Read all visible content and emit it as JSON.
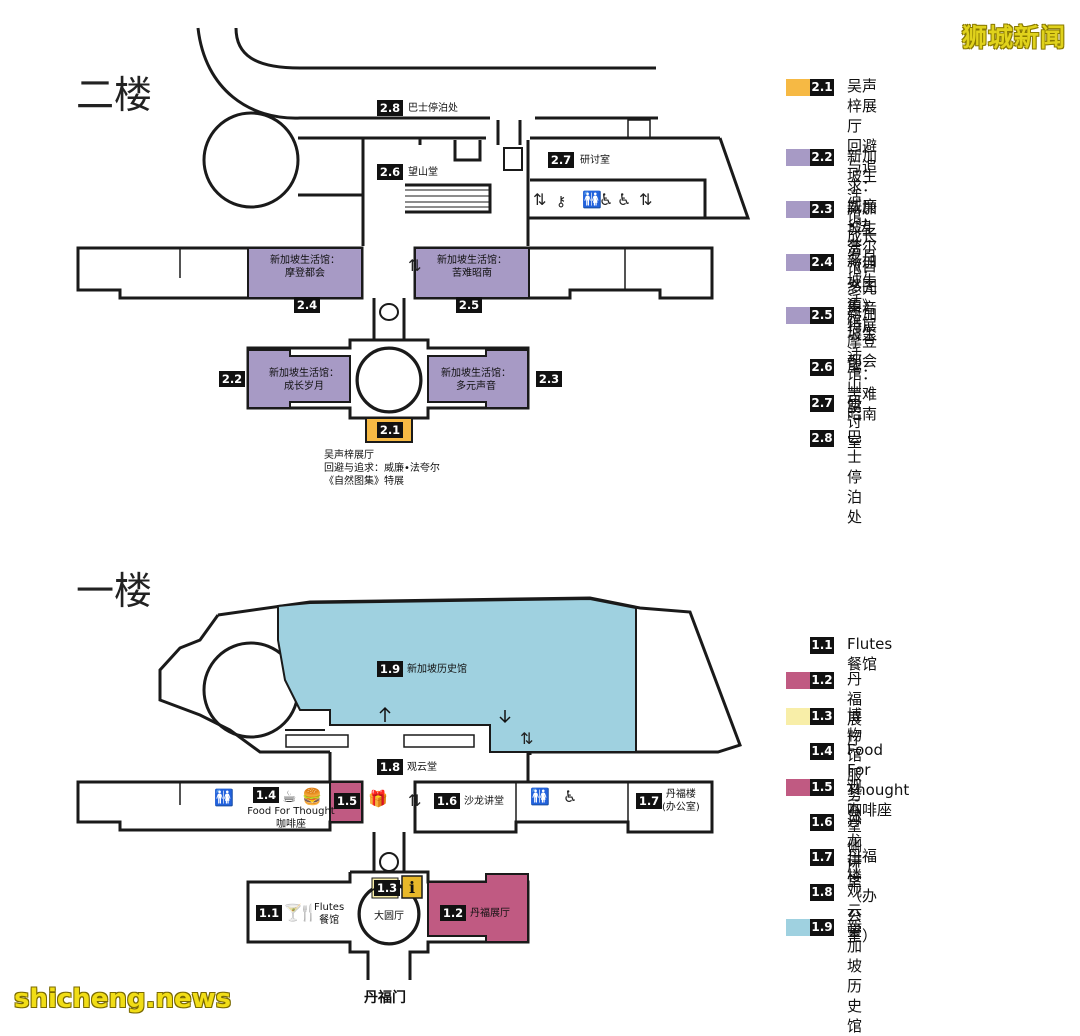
{
  "watermark_top": "狮城新闻",
  "watermark_bottom": "shicheng.news",
  "floor2": {
    "title": "二楼",
    "legend": [
      {
        "num": "2.1",
        "color": "#f6b944",
        "text": "吴声梓展厅\n回避与追求：威廉•法夸尔\n《自然图集》特展"
      },
      {
        "num": "2.2",
        "color": "#a79ac5",
        "text": "新加坡生活馆：\n成长岁月"
      },
      {
        "num": "2.3",
        "color": "#a79ac5",
        "text": "新加坡生活馆：\n多元声音"
      },
      {
        "num": "2.4",
        "color": "#a79ac5",
        "text": "新加坡生活馆：\n摩登都会"
      },
      {
        "num": "2.5",
        "color": "#a79ac5",
        "text": "新加坡生活馆：\n苦难昭南"
      },
      {
        "num": "2.6",
        "color": "",
        "text": "望山堂"
      },
      {
        "num": "2.7",
        "color": "",
        "text": "研讨室"
      },
      {
        "num": "2.8",
        "color": "",
        "text": "巴士停泊处"
      }
    ],
    "map_labels": {
      "bus": "巴士停泊处",
      "seminar": "研讨室",
      "hill_hall": "望山堂",
      "modern": "新加坡生活馆：\n摩登都会",
      "suffering": "新加坡生活馆：\n苦难昭南",
      "growing": "新加坡生活馆：\n成长岁月",
      "voices": "新加坡生活馆：\n多元声音",
      "wu_hall": "吴声梓展厅\n回避与追求：威廉•法夸尔\n《自然图集》特展"
    }
  },
  "floor1": {
    "title": "一楼",
    "legend": [
      {
        "num": "1.1",
        "color": "",
        "text": "Flutes 餐馆"
      },
      {
        "num": "1.2",
        "color": "#c05a82",
        "text": "丹福展厅"
      },
      {
        "num": "1.3",
        "color": "#f8eea8",
        "text": "博物馆服务台"
      },
      {
        "num": "1.4",
        "color": "",
        "text": "Food For Thought 咖啡座"
      },
      {
        "num": "1.5",
        "color": "#c05a82",
        "text": "观云堂侧厅"
      },
      {
        "num": "1.6",
        "color": "",
        "text": "沙龙讲堂"
      },
      {
        "num": "1.7",
        "color": "",
        "text": "丹福楼（办公室）"
      },
      {
        "num": "1.8",
        "color": "",
        "text": "观云堂"
      },
      {
        "num": "1.9",
        "color": "#9fd1e0",
        "text": "新加坡历史馆"
      }
    ],
    "map_labels": {
      "history": "新加坡历史馆",
      "cloud_hall": "观云堂",
      "fft": "Food For Thought\n咖啡座",
      "salon": "沙龙讲堂",
      "stamford_bldg": "丹福楼\n(办公室)",
      "flutes": "Flutes\n餐馆",
      "rotunda": "大圆厅",
      "stamford_gallery": "丹福展厅",
      "door": "丹福门"
    }
  },
  "colors": {
    "line": "#1a1a1a",
    "purple": "#a79ac5",
    "orange": "#f6b944",
    "magenta": "#c05a82",
    "blue": "#9fd1e0",
    "yellow": "#f8eea8",
    "info": "#e8b82a"
  }
}
